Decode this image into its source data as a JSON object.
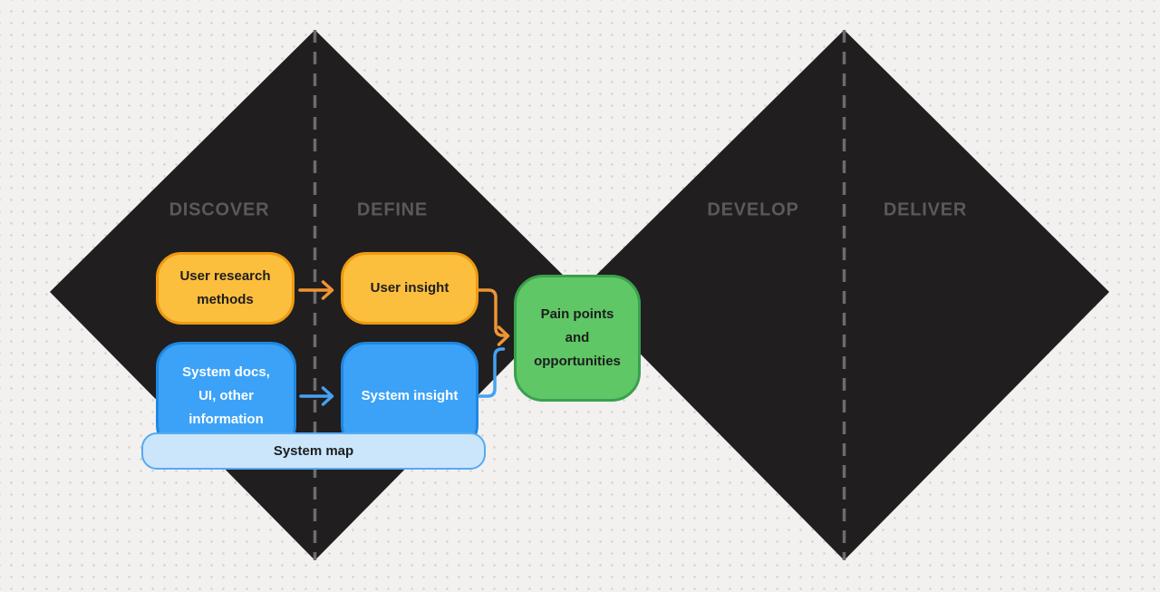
{
  "colors": {
    "bg": "#f2f1ef",
    "dot": "#d9d6d2",
    "diamond": "#201e1f",
    "dash": "#6c6c6c",
    "phase": "#5b595c",
    "orange_fill": "#fbbe3d",
    "orange_border": "#ee9a10",
    "blue_fill": "#3ba2f8",
    "blue_border": "#1f87e0",
    "lightblue_fill": "#cbe6fb",
    "lightblue_border": "#57a9f1",
    "green_fill": "#5fc765",
    "green_border": "#3aa04e",
    "arrow_orange": "#ef9433",
    "arrow_blue": "#47a1f2",
    "text_dark": "#1d1d1f",
    "text_light": "#ffffff"
  },
  "diagram": {
    "phases": [
      {
        "label": "DISCOVER"
      },
      {
        "label": "DEFINE"
      },
      {
        "label": "DEVELOP"
      },
      {
        "label": "DELIVER"
      }
    ],
    "nodes": {
      "user_research": {
        "label": "User research\nmethods"
      },
      "user_insight": {
        "label": "User insight"
      },
      "system_docs": {
        "label": "System docs,\nUI, other\ninformation"
      },
      "system_insight": {
        "label": "System insight"
      },
      "pain_points": {
        "label": "Pain points\nand\nopportunities"
      },
      "system_map": {
        "label": "System map"
      }
    }
  }
}
